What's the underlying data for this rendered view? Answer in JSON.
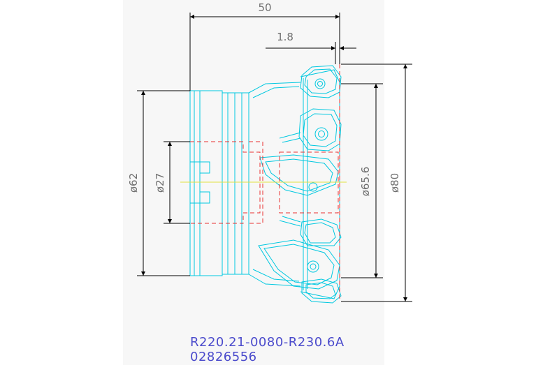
{
  "dimensions": {
    "overall_length": "50",
    "insert_offset": "1.8",
    "body_diameter": "ø62",
    "bore_diameter": "ø27",
    "effective_diameter": "ø65.6",
    "cutting_diameter": "ø80"
  },
  "part": {
    "designation": "R220.21-0080-R230.6A",
    "item_number": "02826556"
  },
  "colors": {
    "outline": "#00c8e0",
    "hidden": "#e83030",
    "centerline": "#e0e040",
    "dimension": "#000000",
    "dimension_text": "#6f6f6f",
    "caption": "#4b4bcc"
  }
}
